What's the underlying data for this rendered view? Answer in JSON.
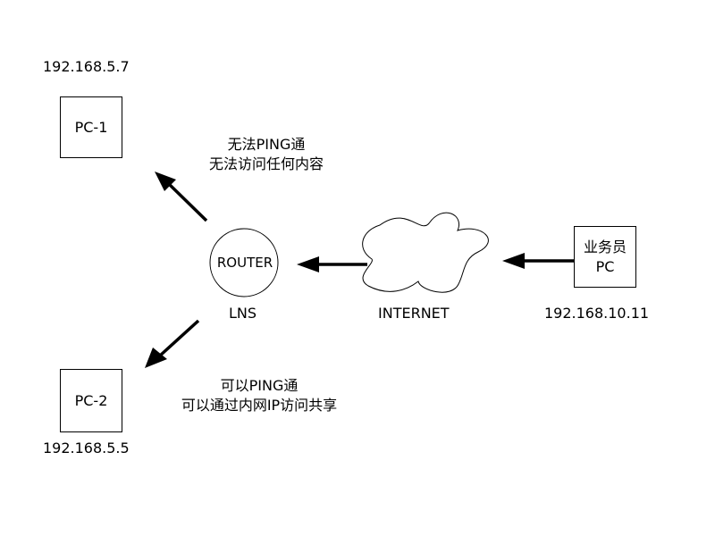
{
  "pc1": {
    "label": "PC-1",
    "ip": "192.168.5.7"
  },
  "pc2": {
    "label": "PC-2",
    "ip": "192.168.5.5"
  },
  "router": {
    "label": "ROUTER",
    "caption": "LNS"
  },
  "internet": {
    "label": "INTERNET"
  },
  "sales_pc": {
    "line1": "业务员",
    "line2": "PC",
    "ip": "192.168.10.11"
  },
  "note_pc1": {
    "line1": "无法PING通",
    "line2": "无法访问任何内容"
  },
  "note_pc2": {
    "line1": "可以PING通",
    "line2": "可以通过内网IP访问共享"
  }
}
